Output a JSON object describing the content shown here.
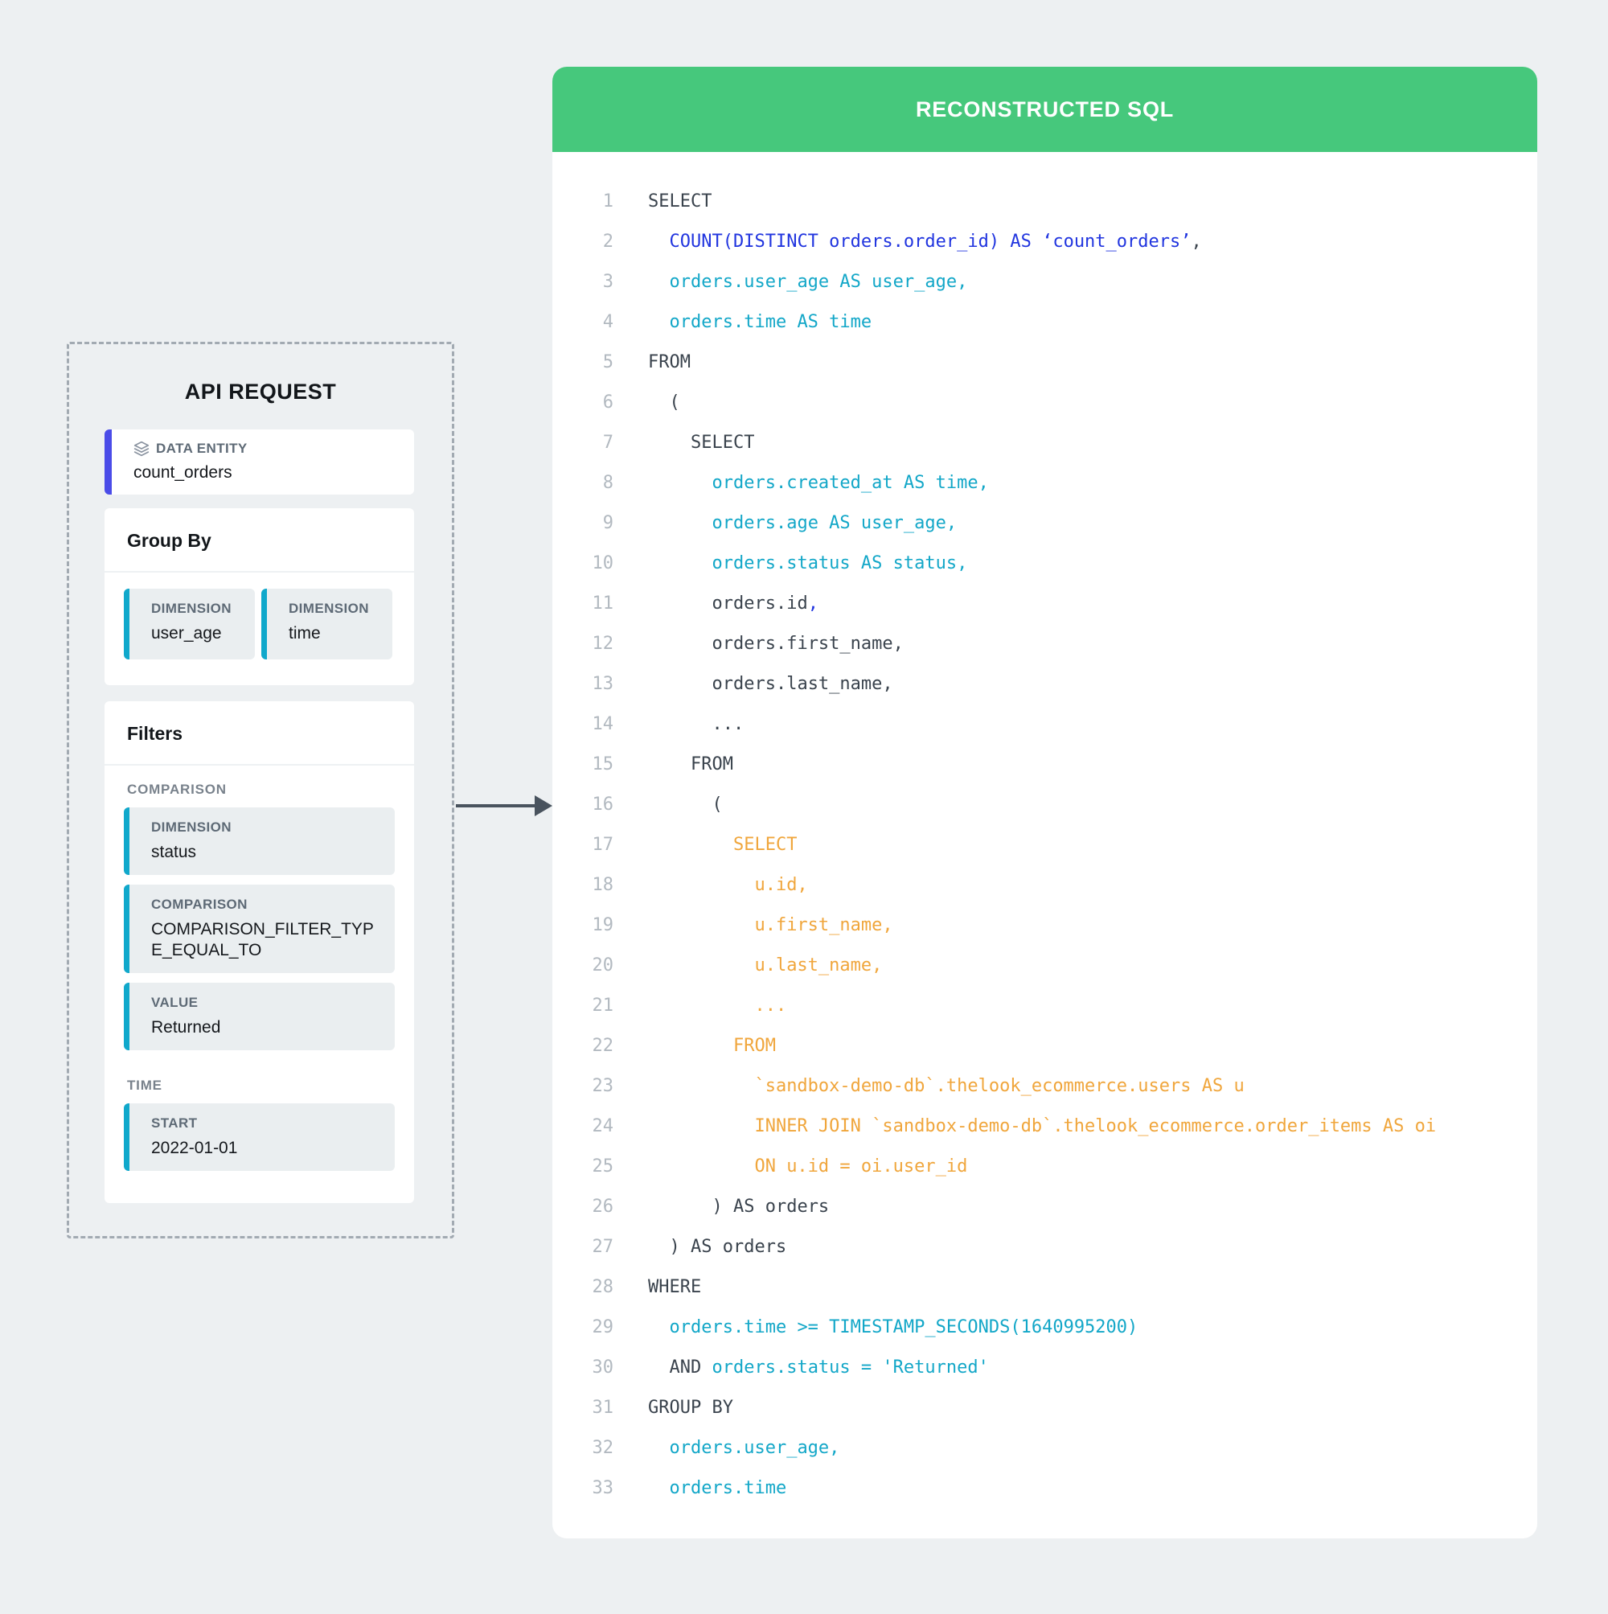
{
  "api_request": {
    "title": "API REQUEST",
    "data_entity": {
      "label": "DATA ENTITY",
      "value": "count_orders",
      "icon": "layers-icon"
    },
    "group_by": {
      "heading": "Group By",
      "chips": [
        {
          "label": "DIMENSION",
          "value": "user_age"
        },
        {
          "label": "DIMENSION",
          "value": "time"
        }
      ]
    },
    "filters": {
      "heading": "Filters",
      "sections": [
        {
          "label": "COMPARISON",
          "chips": [
            {
              "label": "DIMENSION",
              "value": "status"
            },
            {
              "label": "COMPARISON",
              "value": "COMPARISON_FILTER_TYPE_EQUAL_TO"
            },
            {
              "label": "VALUE",
              "value": "Returned"
            }
          ]
        },
        {
          "label": "TIME",
          "chips": [
            {
              "label": "START",
              "value": "2022-01-01"
            }
          ]
        }
      ]
    }
  },
  "sql_panel": {
    "title": "RECONSTRUCTED SQL",
    "lines": [
      {
        "n": "1",
        "indent": 0,
        "segs": [
          [
            "SELECT",
            "default"
          ]
        ]
      },
      {
        "n": "2",
        "indent": 2,
        "segs": [
          [
            "COUNT(DISTINCT orders.order_id) AS ‘count_orders’",
            "blue"
          ],
          [
            ",",
            "default"
          ]
        ]
      },
      {
        "n": "3",
        "indent": 2,
        "segs": [
          [
            "orders.user_age AS user_age,",
            "teal"
          ]
        ]
      },
      {
        "n": "4",
        "indent": 2,
        "segs": [
          [
            "orders.time AS time",
            "teal"
          ]
        ]
      },
      {
        "n": "5",
        "indent": 0,
        "segs": [
          [
            "FROM",
            "default"
          ]
        ]
      },
      {
        "n": "6",
        "indent": 2,
        "segs": [
          [
            "(",
            "default"
          ]
        ]
      },
      {
        "n": "7",
        "indent": 4,
        "segs": [
          [
            "SELECT",
            "default"
          ]
        ]
      },
      {
        "n": "8",
        "indent": 6,
        "segs": [
          [
            "orders.created_at AS time,",
            "teal"
          ]
        ]
      },
      {
        "n": "9",
        "indent": 6,
        "segs": [
          [
            "orders.age AS user_age,",
            "teal"
          ]
        ]
      },
      {
        "n": "10",
        "indent": 6,
        "segs": [
          [
            "orders.status AS status,",
            "teal"
          ]
        ]
      },
      {
        "n": "11",
        "indent": 6,
        "segs": [
          [
            "orders.id",
            "default"
          ],
          [
            ",",
            "blue"
          ]
        ]
      },
      {
        "n": "12",
        "indent": 6,
        "segs": [
          [
            "orders.first_name,",
            "default"
          ]
        ]
      },
      {
        "n": "13",
        "indent": 6,
        "segs": [
          [
            "orders.last_name,",
            "default"
          ]
        ]
      },
      {
        "n": "14",
        "indent": 6,
        "segs": [
          [
            "...",
            "default"
          ]
        ]
      },
      {
        "n": "15",
        "indent": 4,
        "segs": [
          [
            "FROM",
            "default"
          ]
        ]
      },
      {
        "n": "16",
        "indent": 6,
        "segs": [
          [
            "(",
            "default"
          ]
        ]
      },
      {
        "n": "17",
        "indent": 8,
        "segs": [
          [
            "SELECT",
            "orange"
          ]
        ]
      },
      {
        "n": "18",
        "indent": 10,
        "segs": [
          [
            "u.id,",
            "orange"
          ]
        ]
      },
      {
        "n": "19",
        "indent": 10,
        "segs": [
          [
            "u.first_name,",
            "orange"
          ]
        ]
      },
      {
        "n": "20",
        "indent": 10,
        "segs": [
          [
            "u.last_name,",
            "orange"
          ]
        ]
      },
      {
        "n": "21",
        "indent": 10,
        "segs": [
          [
            "...",
            "orange"
          ]
        ]
      },
      {
        "n": "22",
        "indent": 8,
        "segs": [
          [
            "FROM",
            "orange"
          ]
        ]
      },
      {
        "n": "23",
        "indent": 10,
        "segs": [
          [
            "`sandbox-demo-db`.thelook_ecommerce.users AS u",
            "orange"
          ]
        ]
      },
      {
        "n": "24",
        "indent": 10,
        "segs": [
          [
            "INNER JOIN `sandbox-demo-db`.thelook_ecommerce.order_items AS oi",
            "orange"
          ]
        ]
      },
      {
        "n": "25",
        "indent": 10,
        "segs": [
          [
            "ON u.id = oi.user_id",
            "orange"
          ]
        ]
      },
      {
        "n": "26",
        "indent": 6,
        "segs": [
          [
            ") AS orders",
            "default"
          ]
        ]
      },
      {
        "n": "27",
        "indent": 2,
        "segs": [
          [
            ") AS orders",
            "default"
          ]
        ]
      },
      {
        "n": "28",
        "indent": 0,
        "segs": [
          [
            "WHERE",
            "default"
          ]
        ]
      },
      {
        "n": "29",
        "indent": 2,
        "segs": [
          [
            "orders.time >= TIMESTAMP_SECONDS(1640995200)",
            "teal"
          ]
        ]
      },
      {
        "n": "30",
        "indent": 2,
        "segs": [
          [
            "AND ",
            "default"
          ],
          [
            "orders.status = 'Returned'",
            "teal"
          ]
        ]
      },
      {
        "n": "31",
        "indent": 0,
        "segs": [
          [
            "GROUP BY",
            "default"
          ]
        ]
      },
      {
        "n": "32",
        "indent": 2,
        "segs": [
          [
            "orders.user_age,",
            "teal"
          ]
        ]
      },
      {
        "n": "33",
        "indent": 2,
        "segs": [
          [
            "orders.time",
            "teal"
          ]
        ]
      }
    ]
  },
  "colors": {
    "page_bg": "#edf0f2",
    "panel_bg": "#ffffff",
    "card_bg": "#ffffff",
    "chip_bg": "#eaeef0",
    "header_green": "#46c87c",
    "header_text": "#ffffff",
    "code_default": "#3a434d",
    "code_blue": "#2135df",
    "code_teal": "#13a7c8",
    "code_orange": "#f0a63c",
    "line_number": "#b2b9c0",
    "accent_indigo": "#4a4ce8",
    "accent_teal": "#10a8cb",
    "label_gray": "#5e6a76",
    "section_gray": "#79828c",
    "heading_dark": "#12161a",
    "dashed_border": "#a2aab2",
    "arrow": "#49535e",
    "divider": "#eef1f3"
  }
}
